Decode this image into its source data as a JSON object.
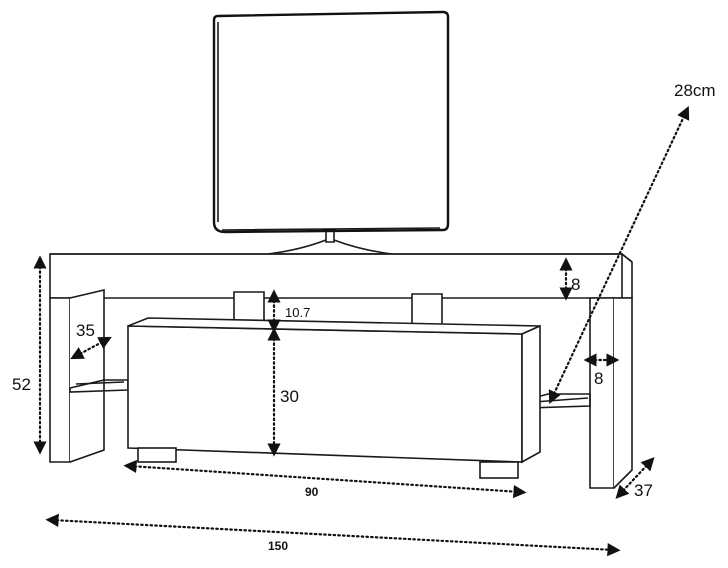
{
  "dimensions": {
    "height_total": "52",
    "shelf_depth": "35",
    "gap_top": "10.7",
    "drawer_height": "30",
    "top_thickness": "8",
    "side_thickness": "8",
    "diagonal": "28cm",
    "depth": "37",
    "drawer_width": "90",
    "total_width": "150"
  }
}
